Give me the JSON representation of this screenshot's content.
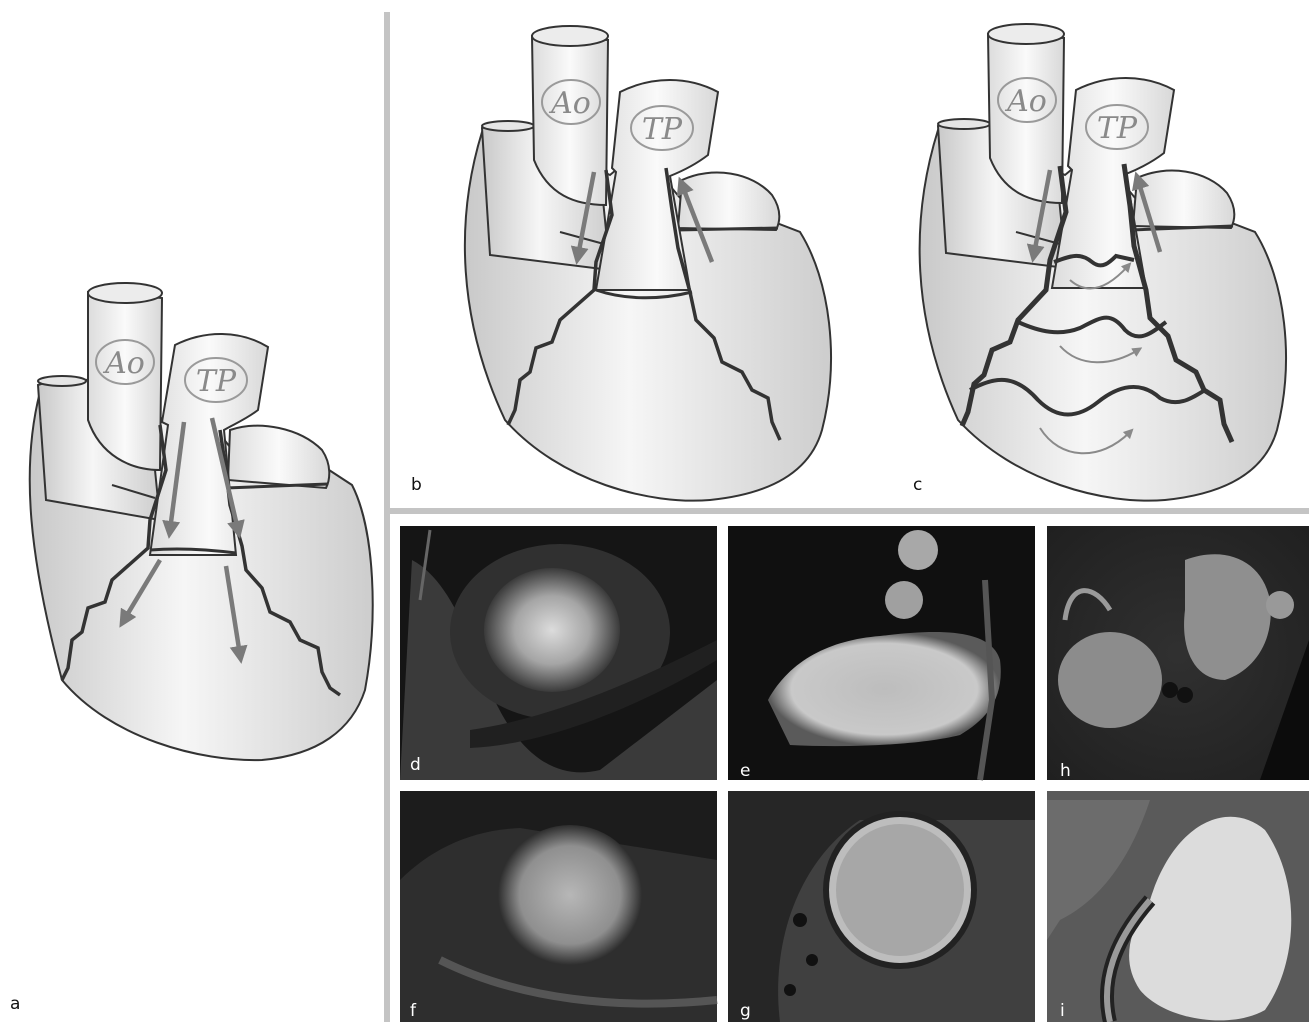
{
  "labels": {
    "ao": "Ao",
    "tp": "TP"
  },
  "panels": {
    "a": "a",
    "b": "b",
    "c": "c",
    "d": "d",
    "e": "e",
    "f": "f",
    "g": "g",
    "h": "h",
    "i": "i"
  },
  "colors": {
    "outline": "#333333",
    "heart_fill_light": "#f7f7f7",
    "heart_fill_dark": "#cfcfcf",
    "arrow": "#7a7a7a",
    "label_circle": "#9a9a9a",
    "label_text": "#8a8a8a",
    "separator": "#c4c4c4",
    "image_bg": "#161616"
  }
}
